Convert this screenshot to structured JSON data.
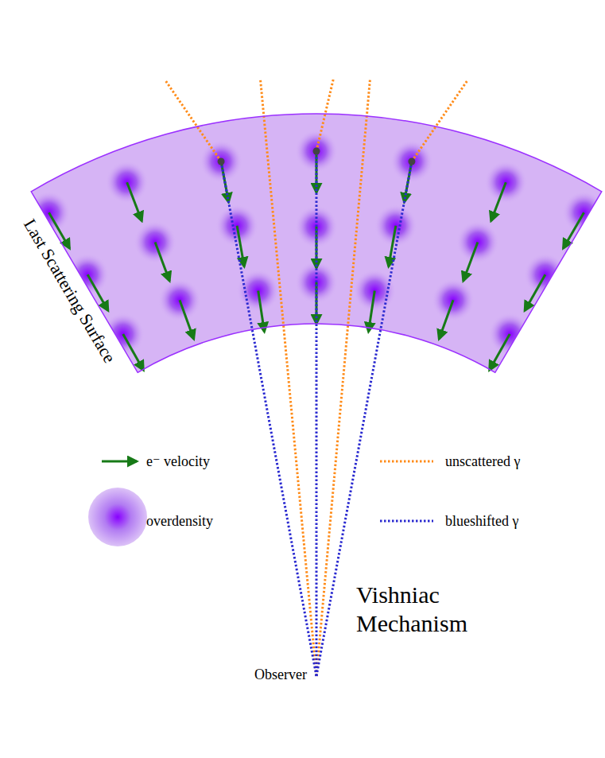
{
  "diagram": {
    "title": "Vishniac Mechanism",
    "nodes": [
      {
        "text": [
          "Last Scattering Surface"
        ]
      }
    ],
    "labels": [
      "Observer"
    ],
    "legend": [
      {
        "text": "e⁻ velocity"
      },
      {
        "text": "overdensity"
      },
      {
        "text": "unscattered γ"
      },
      {
        "text": "blueshifted γ"
      }
    ]
  }
}
